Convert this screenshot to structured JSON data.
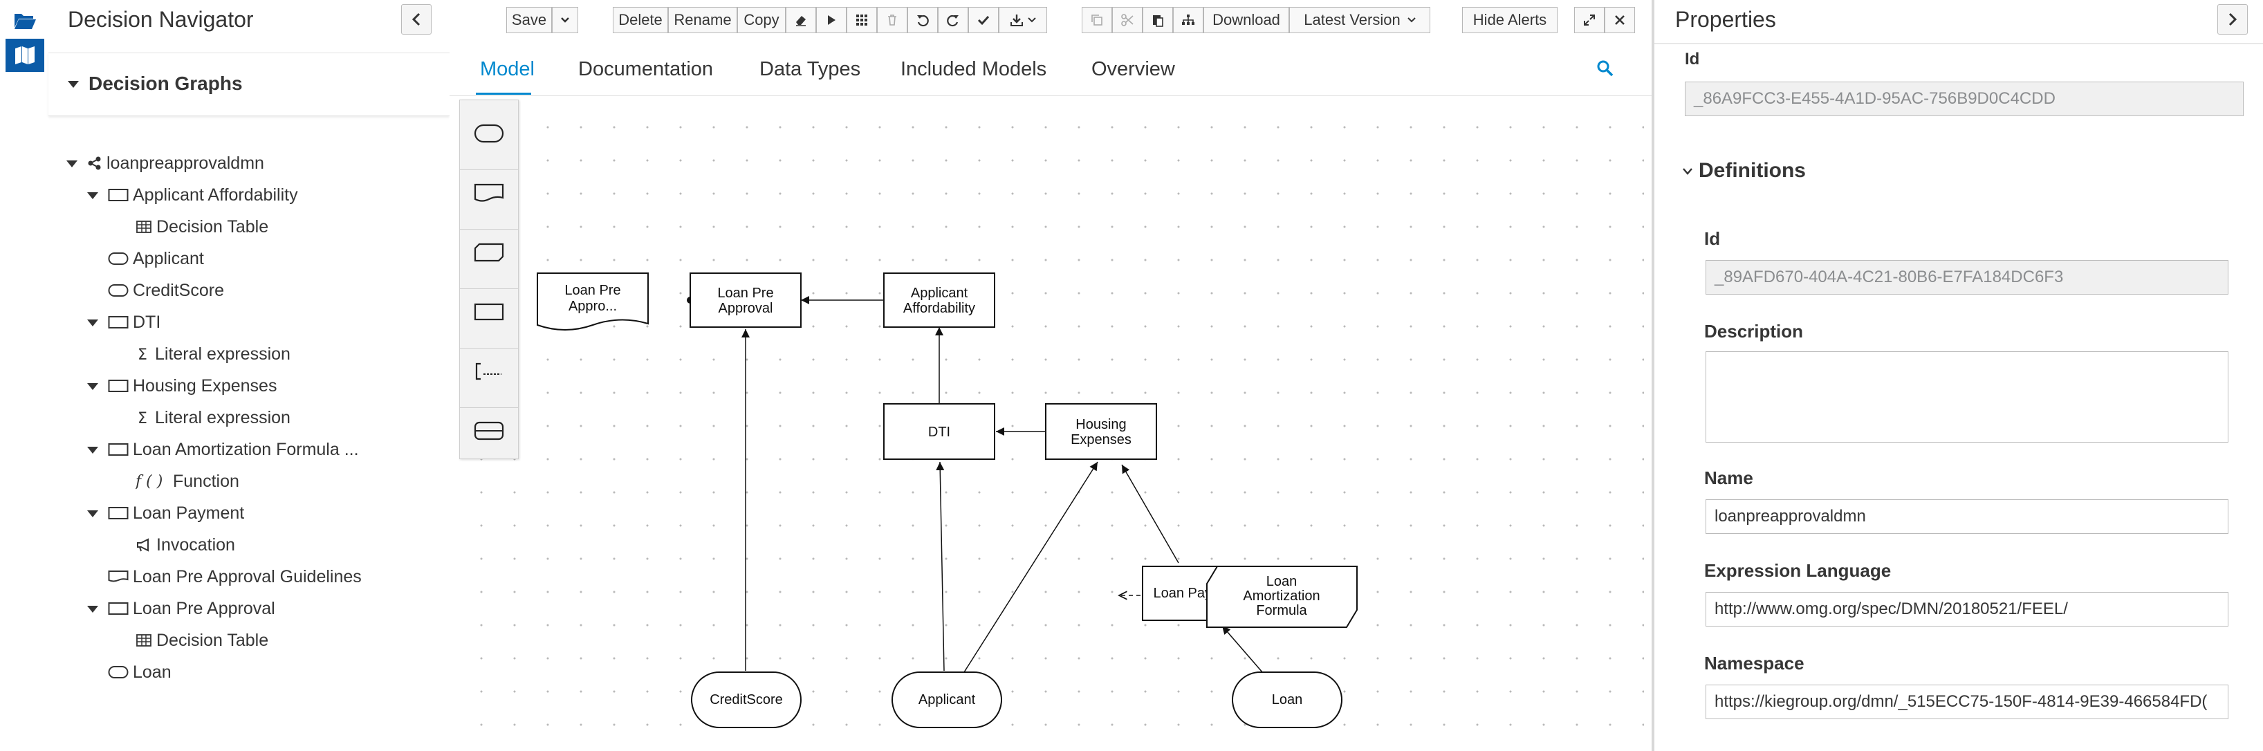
{
  "navigator": {
    "title": "Decision Navigator",
    "group_label": "Decision Graphs",
    "tree": [
      {
        "label": "loanpreapprovaldmn",
        "icon": "graph-icon"
      },
      {
        "label": "Applicant Affordability",
        "icon": "decision-icon"
      },
      {
        "label": "Decision Table",
        "icon": "table-icon"
      },
      {
        "label": "Applicant",
        "icon": "input-data-icon"
      },
      {
        "label": "CreditScore",
        "icon": "input-data-icon"
      },
      {
        "label": "DTI",
        "icon": "decision-icon"
      },
      {
        "label": "Literal expression",
        "icon": "sigma-icon"
      },
      {
        "label": "Housing Expenses",
        "icon": "decision-icon"
      },
      {
        "label": "Literal expression",
        "icon": "sigma-icon"
      },
      {
        "label": "Loan Amortization Formula ...",
        "icon": "decision-icon"
      },
      {
        "label": "Function",
        "icon": "function-icon"
      },
      {
        "label": "Loan Payment",
        "icon": "decision-icon"
      },
      {
        "label": "Invocation",
        "icon": "invocation-icon"
      },
      {
        "label": "Loan Pre Approval Guidelines",
        "icon": "knowledge-source-icon"
      },
      {
        "label": "Loan Pre Approval",
        "icon": "decision-icon"
      },
      {
        "label": "Decision Table",
        "icon": "table-icon"
      },
      {
        "label": "Loan",
        "icon": "input-data-icon"
      }
    ]
  },
  "toolbar": {
    "save": "Save",
    "delete": "Delete",
    "rename": "Rename",
    "copy": "Copy",
    "download": "Download",
    "latest_version": "Latest Version",
    "hide_alerts": "Hide Alerts"
  },
  "tabs": [
    "Model",
    "Documentation",
    "Data Types",
    "Included Models",
    "Overview"
  ],
  "diagram": {
    "nodes": {
      "guidelines": [
        "Loan Pre",
        "Appro..."
      ],
      "loan_pre_approval": [
        "Loan Pre",
        "Approval"
      ],
      "applicant_affordability": [
        "Applicant",
        "Affordability"
      ],
      "dti": [
        "DTI"
      ],
      "housing_expenses": [
        "Housing",
        "Expenses"
      ],
      "loan_payment": [
        "Loan Payment"
      ],
      "loan_amortization": [
        "Loan",
        "Amortization",
        "Formula"
      ],
      "credit_score": [
        "CreditScore"
      ],
      "applicant": [
        "Applicant"
      ],
      "loan": [
        "Loan"
      ]
    }
  },
  "properties": {
    "title": "Properties",
    "top_id_label": "Id",
    "top_id_value": "_86A9FCC3-E455-4A1D-95AC-756B9D0C4CDD",
    "definitions_label": "Definitions",
    "id_label": "Id",
    "id_value": "_89AFD670-404A-4C21-80B6-E7FA184DC6F3",
    "description_label": "Description",
    "description_value": "",
    "name_label": "Name",
    "name_value": "loanpreapprovaldmn",
    "expression_language_label": "Expression Language",
    "expression_language_value": "http://www.omg.org/spec/DMN/20180521/FEEL/",
    "namespace_label": "Namespace",
    "namespace_value": "https://kiegroup.org/dmn/_515ECC75-150F-4814-9E39-466584FD("
  },
  "colors": {
    "accent": "#0088ce",
    "strip_active": "#0b5ba7"
  }
}
